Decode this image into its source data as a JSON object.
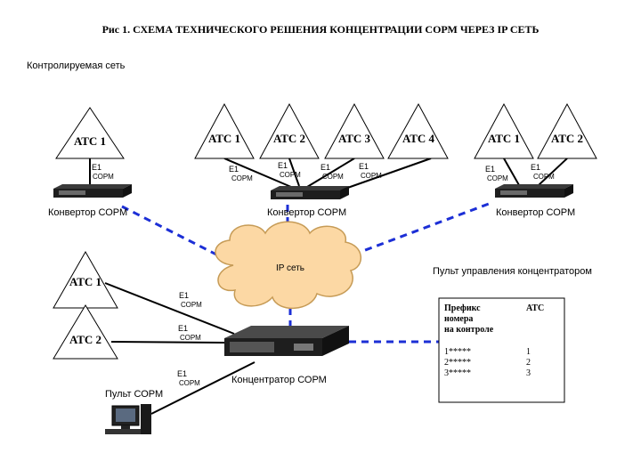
{
  "title": "Рис 1. СХЕМА ТЕХНИЧЕСКОГО РЕШЕНИЯ КОНЦЕНТРАЦИИ СОРМ  ЧЕРЕЗ IP СЕТЬ",
  "monitored_network_label": "Контролируемая сеть",
  "cloud_label": "IP сеть",
  "e1_label": "E1",
  "sorm_label": "СОРМ",
  "converter_label": "Конвертор СОРМ",
  "concentrator_label": "Концентратор  СОРМ",
  "sorm_console_label": "Пульт СОРМ",
  "control_panel_title": "Пульт управления концентратором",
  "atc": {
    "left_1": "АТС 1",
    "mid_1": "АТС 1",
    "mid_2": "АТС 2",
    "mid_3": "АТС 3",
    "mid_4": "АТС 4",
    "right_1": "АТС 1",
    "right_2": "АТС 2",
    "conc_1": "АТС 1",
    "conc_2": "АТС 2"
  },
  "table": {
    "header_prefix": [
      "Префикс",
      "номера",
      "на контроле"
    ],
    "header_atc": "АТС",
    "rows": [
      {
        "prefix": "1*****",
        "atc": "1"
      },
      {
        "prefix": "2*****",
        "atc": "2"
      },
      {
        "prefix": "3*****",
        "atc": "3"
      }
    ]
  },
  "colors": {
    "dashed_link": "#1c2fd6",
    "device_body": "#222222"
  }
}
